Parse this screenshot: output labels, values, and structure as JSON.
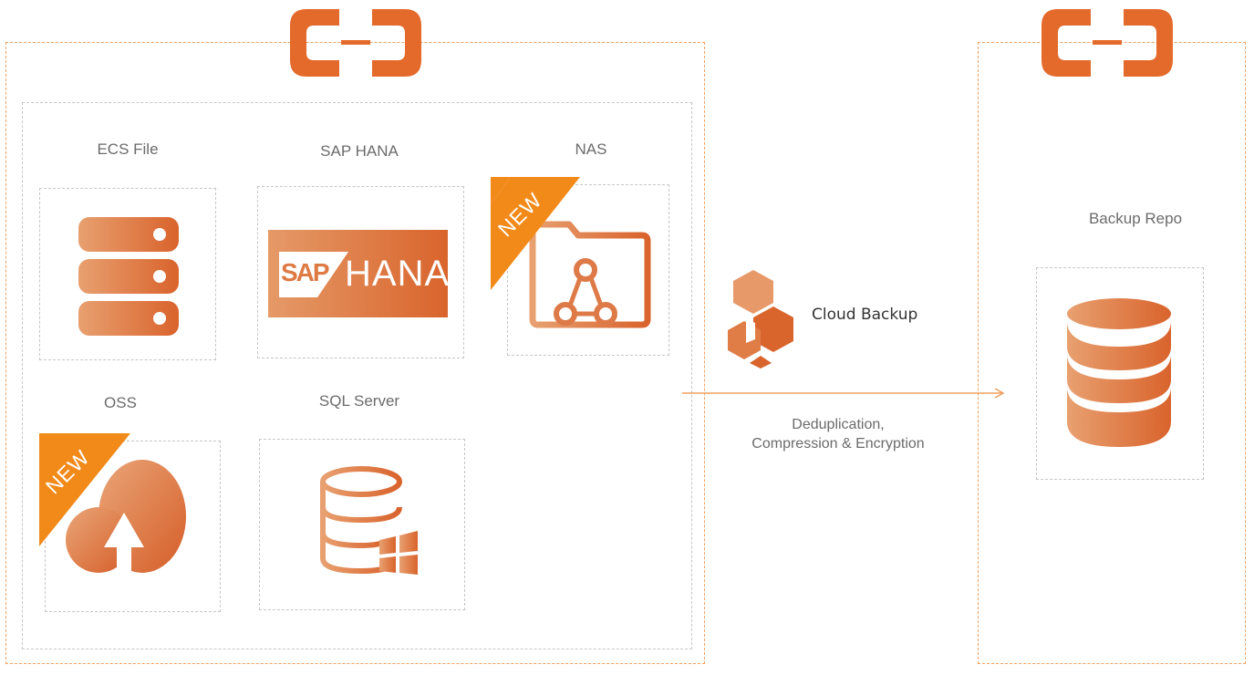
{
  "colors": {
    "brand": "#e46a2c",
    "brand_light": "#e89a66",
    "ribbon": "#f28a1a",
    "dash_orange": "#f0a060",
    "dash_grey": "#c6c6c6",
    "flow_line": "#f0a060"
  },
  "source": {
    "logo": "alibaba-cloud-logo",
    "items": [
      {
        "label": "ECS File",
        "icon": "server-stack-icon",
        "badge": ""
      },
      {
        "label": "SAP HANA",
        "icon": "sap-hana-logo",
        "badge": "",
        "logo_text_sap": "SAP",
        "logo_text_hana": "HANA"
      },
      {
        "label": "NAS",
        "icon": "shared-folder-icon",
        "badge": "NEW"
      },
      {
        "label": "OSS",
        "icon": "cloud-upload-icon",
        "badge": "NEW"
      },
      {
        "label": "SQL Server",
        "icon": "sql-server-database-icon",
        "badge": ""
      }
    ]
  },
  "service": {
    "name": "Cloud Backup",
    "icon": "cloud-backup-hexagon-icon",
    "flow_line1": "Deduplication,",
    "flow_line2": "Compression & Encryption"
  },
  "destination": {
    "logo": "alibaba-cloud-logo",
    "label": "Backup Repo",
    "icon": "database-stack-icon"
  }
}
